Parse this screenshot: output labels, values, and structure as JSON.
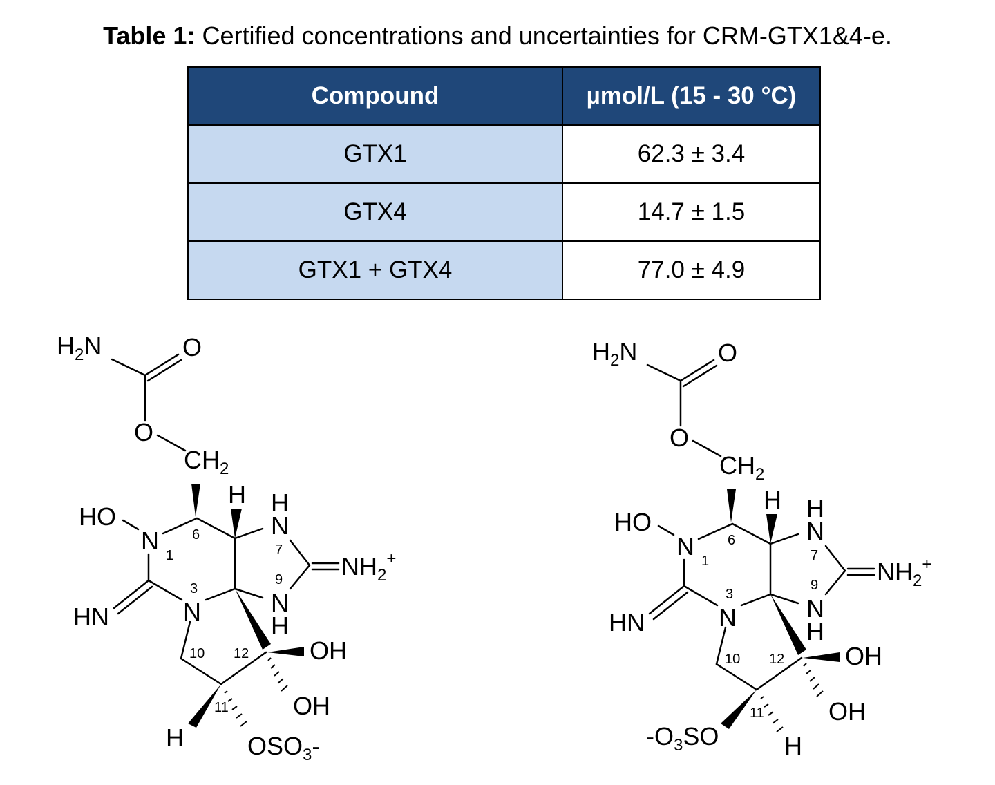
{
  "caption": {
    "label": "Table 1:",
    "text": "Certified concentrations and uncertainties for CRM-GTX1&4-e."
  },
  "table": {
    "headers": [
      "Compound",
      "µmol/L (15 - 30 °C)"
    ],
    "rows": [
      {
        "compound": "GTX1",
        "value": "62.3 ± 3.4"
      },
      {
        "compound": "GTX4",
        "value": "14.7 ± 1.5"
      },
      {
        "compound": "GTX1 + GTX4",
        "value": "77.0 ± 4.9"
      }
    ]
  },
  "structures": {
    "gtx1": {
      "oso3_label": "OSO3-",
      "h11_label": "H"
    },
    "gtx4": {
      "oso3_label": "-O3SO",
      "h11_label": "H"
    },
    "common_labels": {
      "h2n": "H2N",
      "o_carbonyl": "O",
      "o_ester": "O",
      "ch2": "CH2",
      "ho": "HO",
      "hn": "HN",
      "oh_top": "OH",
      "oh_bottom": "OH",
      "nh2_plus": "NH2+",
      "h_stereo": "H",
      "n_top": "N",
      "h_top": "H",
      "n_bottom": "N",
      "h_bottom": "H",
      "n1": "N",
      "n3": "N"
    },
    "ring_numbers": [
      "1",
      "3",
      "6",
      "7",
      "9",
      "10",
      "11",
      "12"
    ]
  }
}
